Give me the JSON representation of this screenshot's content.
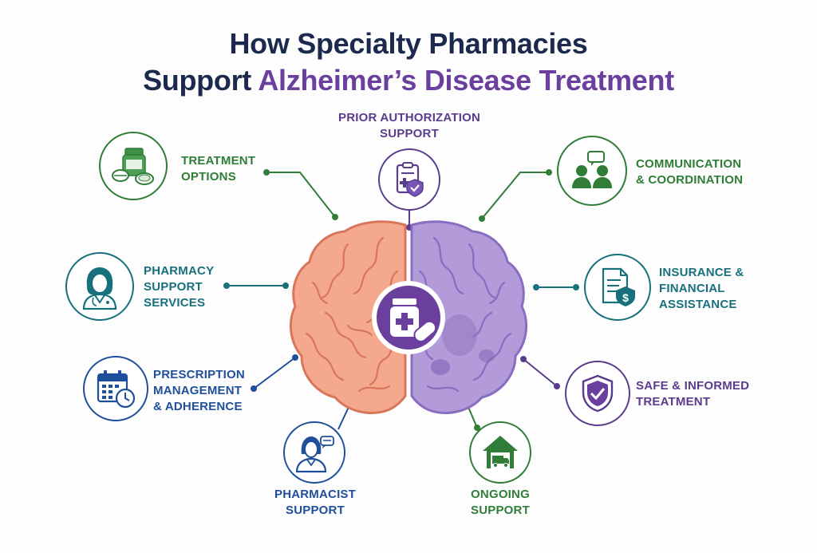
{
  "title": {
    "line1": "How Specialty Pharmacies",
    "line2_prefix": "Support ",
    "line2_highlight": "Alzheimer’s Disease Treatment"
  },
  "colors": {
    "navy": "#1b2a4c",
    "purple": "#6b3f9e",
    "green": "#2f7d37",
    "teal": "#17707c",
    "blue": "#1f4f9a",
    "brain_left": "#f4a98e",
    "brain_right": "#b39ad8"
  },
  "nodes": {
    "treatment_options": {
      "lines": [
        "TREATMENT",
        "OPTIONS"
      ],
      "icon": "medication-bottle-icon"
    },
    "prior_authorization": {
      "lines": [
        "PRIOR AUTHORIZATION",
        "SUPPORT"
      ],
      "icon": "clipboard-shield-icon"
    },
    "communication": {
      "lines": [
        "COMMUNICATION",
        "& COORDINATION"
      ],
      "icon": "people-chat-icon"
    },
    "pharmacy_support": {
      "lines": [
        "PHARMACY",
        "SUPPORT",
        "SERVICES"
      ],
      "icon": "pharmacist-woman-icon"
    },
    "insurance": {
      "lines": [
        "INSURANCE &",
        "FINANCIAL",
        "ASSISTANCE"
      ],
      "icon": "document-dollar-shield-icon"
    },
    "prescription": {
      "lines": [
        "PRESCRIPTION",
        "MANAGEMENT",
        "& ADHERENCE"
      ],
      "icon": "calendar-clock-icon"
    },
    "safe_treatment": {
      "lines": [
        "SAFE & INFORMED",
        "TREATMENT"
      ],
      "icon": "shield-check-icon"
    },
    "pharmacist_support": {
      "lines": [
        "PHARMACIST",
        "SUPPORT"
      ],
      "icon": "pharmacist-chat-icon"
    },
    "ongoing_support": {
      "lines": [
        "ONGOING",
        "SUPPORT"
      ],
      "icon": "home-delivery-icon"
    }
  },
  "center_icon": "brain-medication-icon"
}
